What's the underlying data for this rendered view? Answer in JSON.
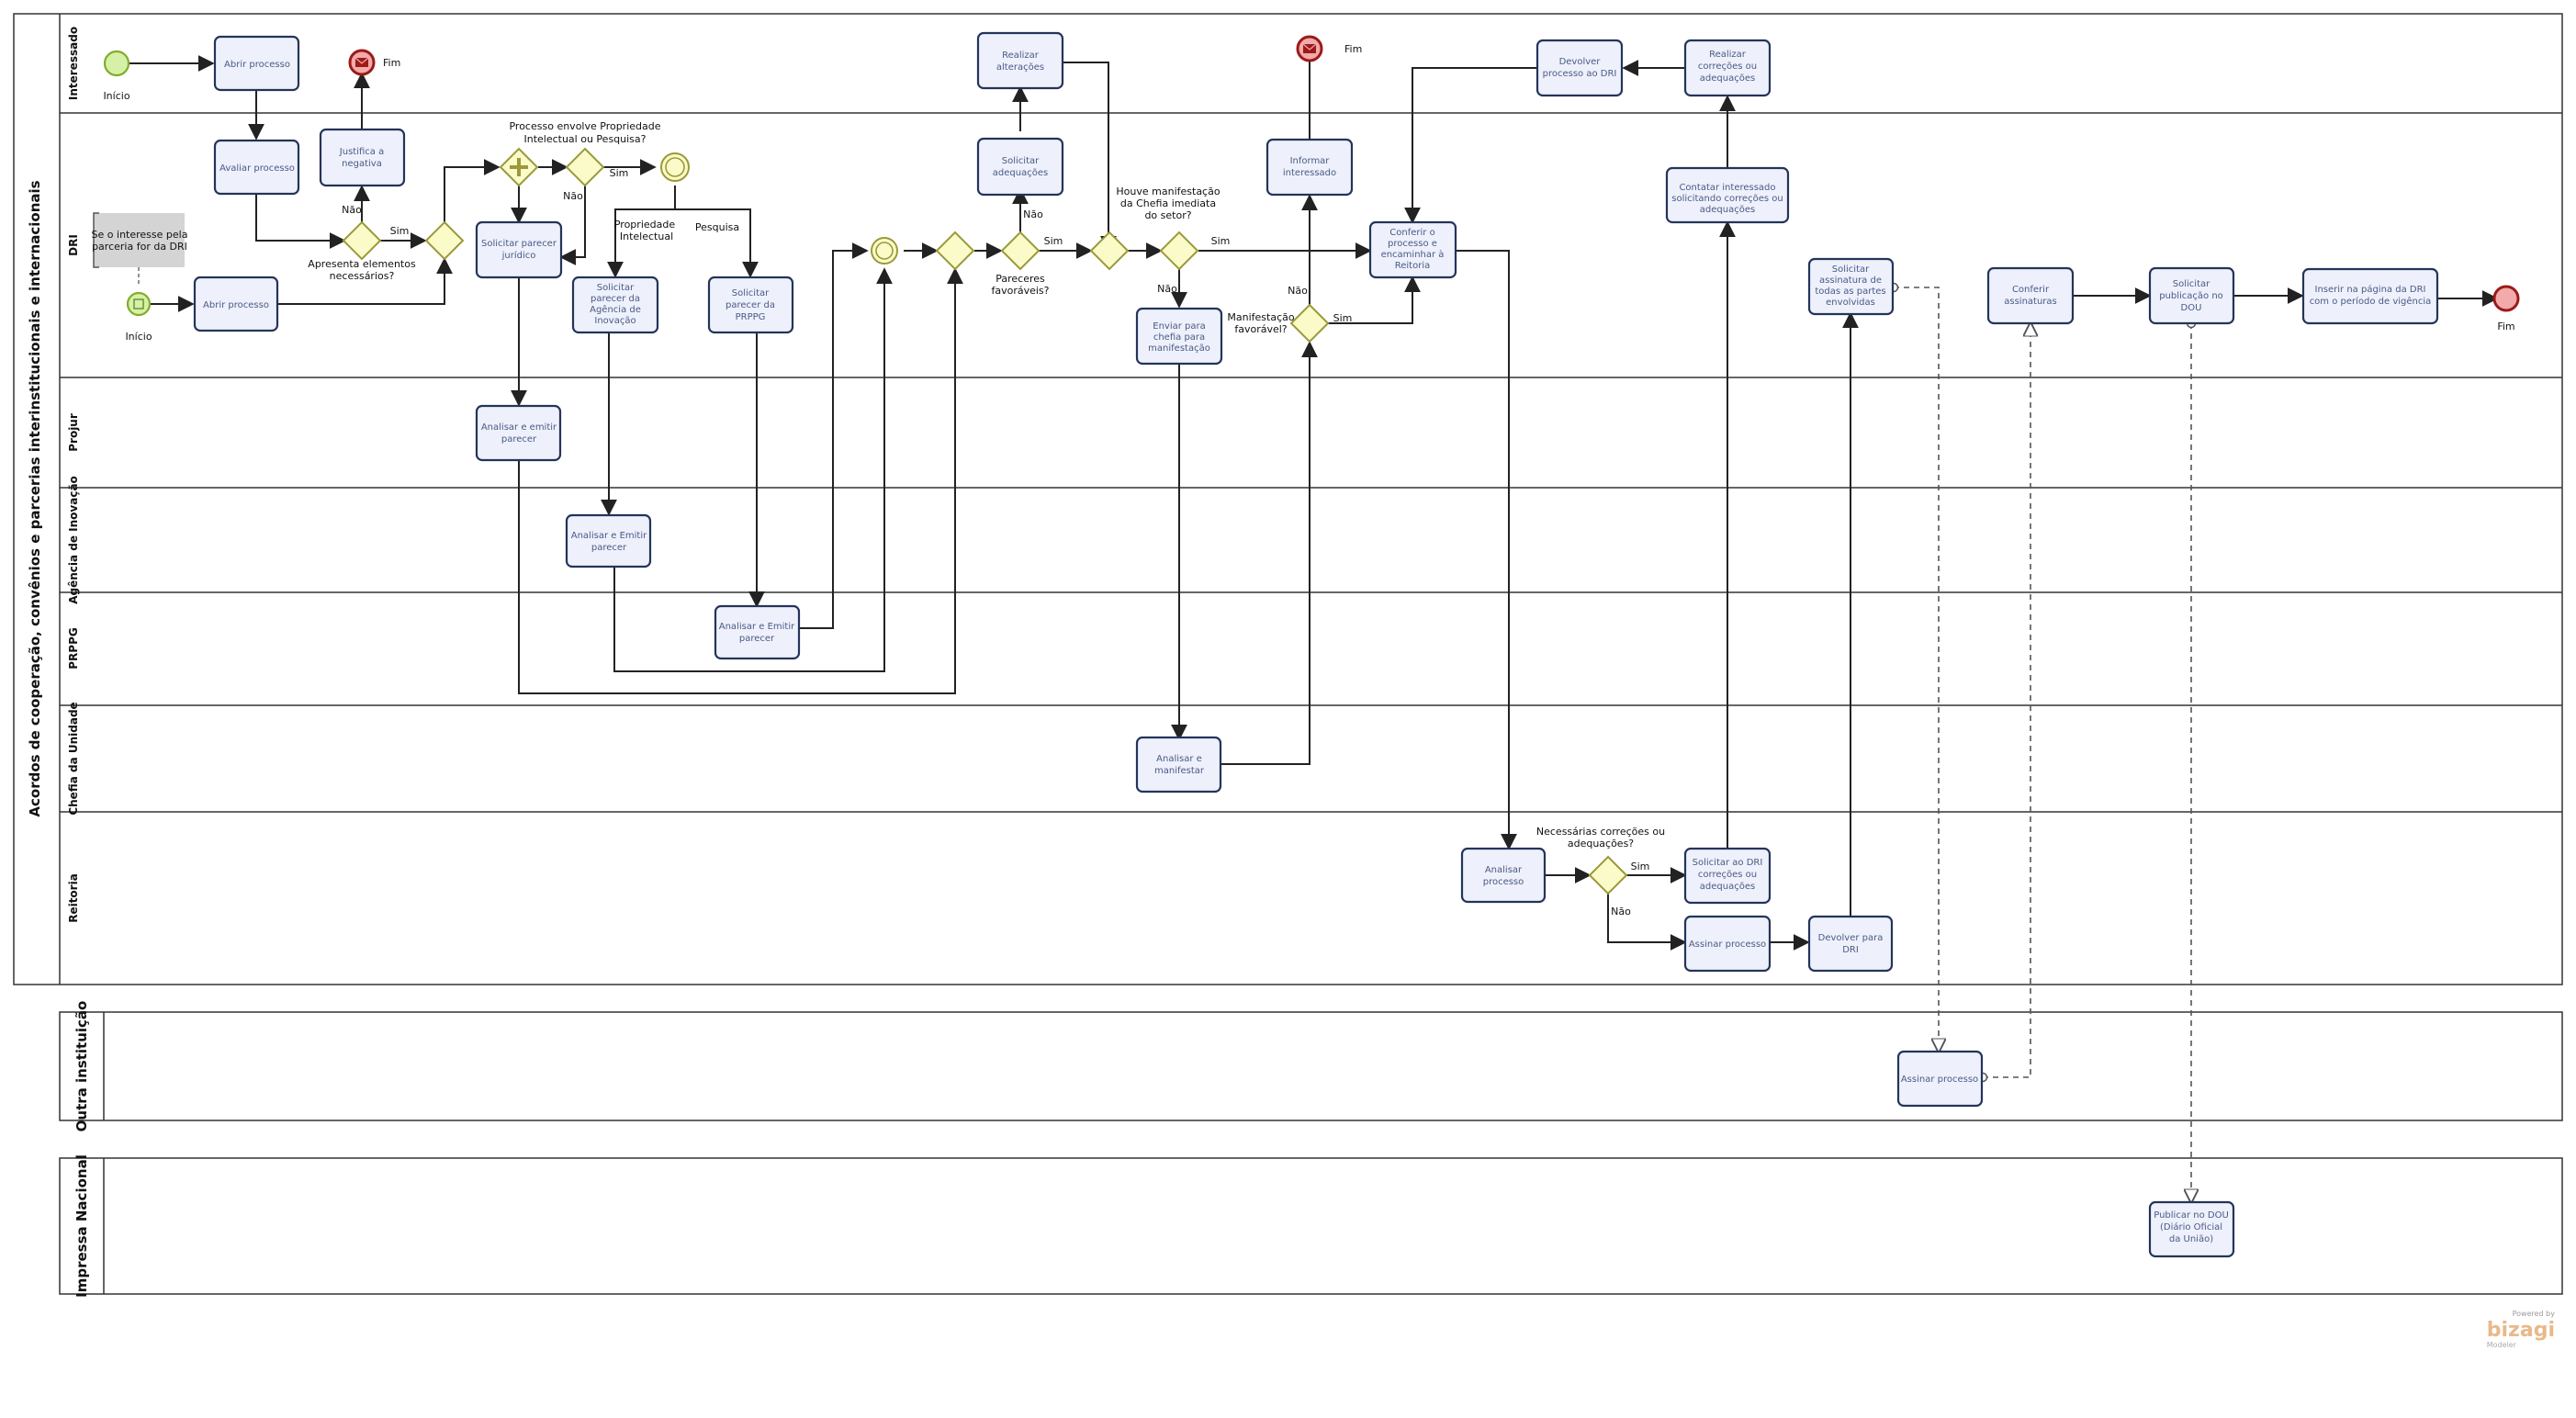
{
  "pool_main": {
    "title": "Acordos de cooperação, convênios e parcerias interinstitucionais e internacionais"
  },
  "lanes": {
    "interessado": "Interessado",
    "dri": "DRI",
    "projur": "Projur",
    "agencia": "Agência de Inovação",
    "prppg": "PRPPG",
    "chefia": "Chefia da Unidade",
    "reitoria": "Reitoria"
  },
  "pool_outra": {
    "title": "Outra instituição"
  },
  "pool_imprensa": {
    "title": "Impressa Nacional"
  },
  "annotation": {
    "line1": "Se o interesse pela",
    "line2": "parceria for da DRI"
  },
  "events": {
    "inicio1": "Início",
    "inicio2": "Início",
    "fim1": "Fim",
    "fim2": "Fim",
    "fim3": "Fim"
  },
  "tasks": {
    "abrir1": "Abrir processo",
    "avaliar": "Avaliar processo",
    "abrir2": "Abrir processo",
    "justifica_1": "Justifica a",
    "justifica_2": "negativa",
    "sol_jur_1": "Solicitar parecer",
    "sol_jur_2": "jurídico",
    "sol_ag_1": "Solicitar",
    "sol_ag_2": "parecer da",
    "sol_ag_3": "Agência de",
    "sol_ag_4": "Inovação",
    "sol_prppg_1": "Solicitar",
    "sol_prppg_2": "parecer da",
    "sol_prppg_3": "PRPPG",
    "realizar_alt_1": "Realizar",
    "realizar_alt_2": "alterações",
    "sol_adeq_1": "Solicitar",
    "sol_adeq_2": "adequações",
    "enviar_chefia_1": "Enviar para",
    "enviar_chefia_2": "chefia para",
    "enviar_chefia_3": "manifestação",
    "informar_1": "Informar",
    "informar_2": "interessado",
    "conferir_1": "Conferir o",
    "conferir_2": "processo e",
    "conferir_3": "encaminhar à",
    "conferir_4": "Reitoria",
    "devolver_dri_1": "Devolver",
    "devolver_dri_2": "processo ao DRI",
    "realizar_corr_1": "Realizar",
    "realizar_corr_2": "correções ou",
    "realizar_corr_3": "adequações",
    "contatar_1": "Contatar interessado",
    "contatar_2": "solicitando correções ou",
    "contatar_3": "adequações",
    "sol_assin_1": "Solicitar",
    "sol_assin_2": "assinatura de",
    "sol_assin_3": "todas as partes",
    "sol_assin_4": "envolvidas",
    "conf_assin_1": "Conferir",
    "conf_assin_2": "assinaturas",
    "sol_pub_1": "Solicitar",
    "sol_pub_2": "publicação no",
    "sol_pub_3": "DOU",
    "inserir_1": "Inserir na página da DRI",
    "inserir_2": "com o período de vigência",
    "projur_1": "Analisar e emitir",
    "projur_2": "parecer",
    "agencia_1": "Analisar e Emitir",
    "agencia_2": "parecer",
    "prppg_1": "Analisar e Emitir",
    "prppg_2": "parecer",
    "chefia_1": "Analisar e",
    "chefia_2": "manifestar",
    "reit_analisar_1": "Analisar",
    "reit_analisar_2": "processo",
    "reit_solic_1": "Solicitar ao DRI",
    "reit_solic_2": "correções ou",
    "reit_solic_3": "adequações",
    "reit_assinar": "Assinar processo",
    "reit_devolver_1": "Devolver para",
    "reit_devolver_2": "DRI",
    "outra_assinar": "Assinar processo",
    "publicar_1": "Publicar no DOU",
    "publicar_2": "(Diário Oficial",
    "publicar_3": "da União)"
  },
  "labels": {
    "apresenta_1": "Apresenta elementos",
    "apresenta_2": "necessários?",
    "nao_a": "Não",
    "sim_a": "Sim",
    "envolve_1": "Processo envolve Propriedade",
    "envolve_2": "Intelectual ou Pesquisa?",
    "sim_b": "Sim",
    "nao_b": "Não",
    "propriedade_1": "Propriedade",
    "propriedade_2": "Intelectual",
    "pesquisa": "Pesquisa",
    "pareceres_1": "Pareceres",
    "pareceres_2": "favoráveis?",
    "nao_c": "Não",
    "sim_c": "Sim",
    "houve_1": "Houve manifestação",
    "houve_2": "da Chefia imediata",
    "houve_3": "do setor?",
    "sim_d": "Sim",
    "nao_d": "Não",
    "manif_1": "Manifestação",
    "manif_2": "favorável?",
    "nao_e": "Não",
    "sim_e": "Sim",
    "necessarias_1": "Necessárias correções ou",
    "necessarias_2": "adequações?",
    "sim_f": "Sim",
    "nao_f": "Não"
  },
  "watermark": {
    "powered": "Powered by",
    "brand": "bizagi",
    "sub": "Modeler"
  },
  "colors": {
    "task_fill": "#eef1fb",
    "task_stroke": "#24345a",
    "gateway_fill": "#fbfbc9",
    "start_fill": "#d7f0a8",
    "end_fill": "#f2aaaa"
  }
}
